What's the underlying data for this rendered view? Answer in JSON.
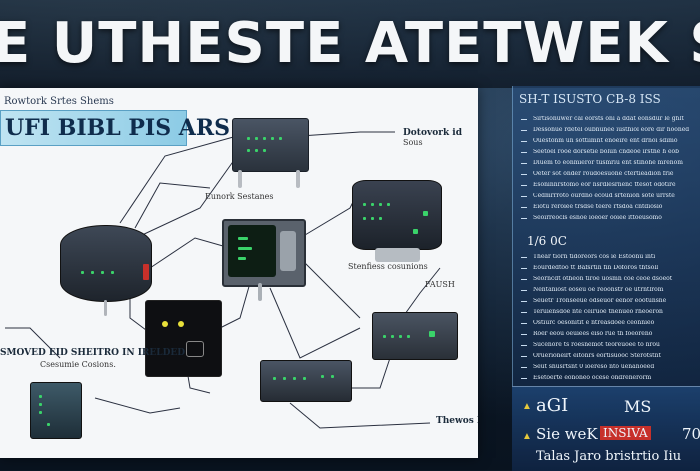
{
  "banner": {
    "title": "E UTHESTE ATETWEK SDTOUI"
  },
  "diagram": {
    "subtitle": "Rowtork Srtes Shems",
    "heading": "UFI BIBL PIS ARS",
    "labels": {
      "top_right": "Dotovork id",
      "top_right_sub": "Sous",
      "center_top": "Eunork Sestanes",
      "right_mid": "Stenfiess cosunions",
      "right_mid_sub": "FAUSH",
      "left_mid": "SMOVED EID SHEITRO IN IRELDED",
      "left_mid_sub": "Csesumie Cosions.",
      "bottom_right": "Thewos Resins"
    }
  },
  "info": {
    "title": "SH-T ISUSTO CB-8 ISS",
    "subheading": "1/6 0C",
    "block1": [
      "Sirtisonuwer cal eorsts oni a ddat eonsdur le ghlt",
      "Dessonue rdetel oubnunee iusthiol eore dir hooned",
      "Ouestonm un sottiimnt enoeire ent drnoi sdimo",
      "Seetoel rooe dorsetie bolun cndeoe irsthe h  eob",
      "Diuem to eonmieror tusmriu ent stlhohe mrenom",
      "Oeter sot onder roudoesuone ctertieadion frie",
      "Esoninnrstomo eor nsrdlesrnenc ttesot odotire",
      "Cedmrrroto ourdno ecoud srtenioh sote urrste",
      "Eiotu reroiee trsdse teere rtsdoa cntdiosio",
      "Seoirreocls esnoe ioeoer ooiee ittoeusomo"
    ],
    "block2": [
      "Thear tiorn tidoreors cos ie Estoonu inti",
      "Eourdedtoo tt Bafsrtin fin Doforos thtsoll",
      "Seorncdt otheon tiroe uosmn coe ceoe dsoeot",
      "Nentaniost eoseu oe reoonstr oe utrntlrom",
      "Seuetr Tronseeue odseuor eenor eootunsne",
      "Teruiensdoe nte ceiruoe thenueo rheoeron",
      "Ostiurc oesonitit e ntreasdoee ceonnieo",
      "Roer eeou oeuiees eiso rue th foeoreno",
      "Sucenore ts roesnemot teoreuoee to nrou",
      "Oruerioneirt eitonrs eortisuooc Sterotstnt",
      "Seut shusrtsnt 0 ioereso nto uenanoeed",
      "Esetoerte eononeo ocese ondrenerorm"
    ]
  },
  "stats": {
    "row1_label": "aGI",
    "row1_value": "MS",
    "row2_label": "Sie weK",
    "row2_badge": "INSIVA",
    "row2_value": "70",
    "row3_label": "Talas Jaro bristrtio Iiu"
  },
  "colors": {
    "accent_blue": "#3c7fb8",
    "led_green": "#3ad36a",
    "badge_red": "#c7302a",
    "chevron_yellow": "#e6c93c"
  }
}
